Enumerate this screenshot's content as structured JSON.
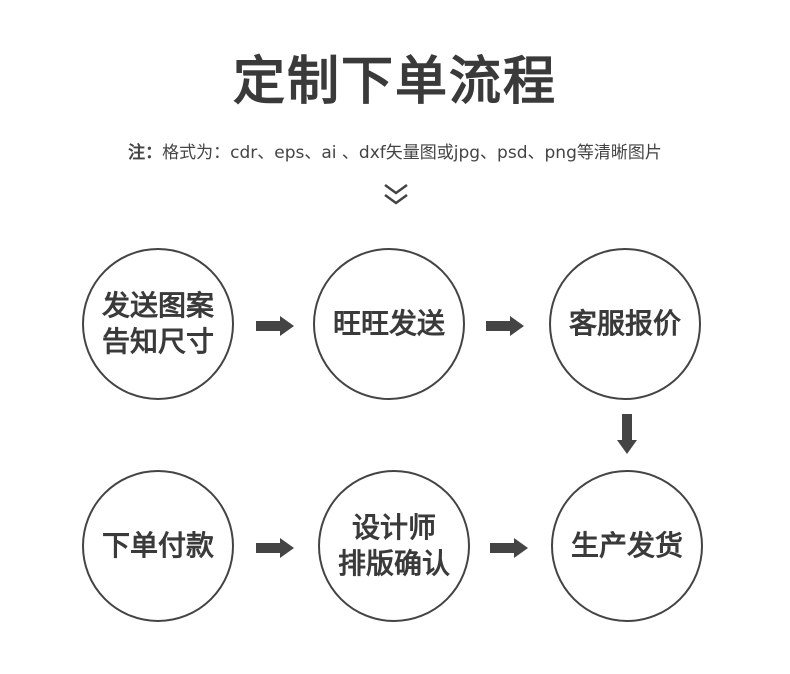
{
  "title": "定制下单流程",
  "note": {
    "label": "注：",
    "text": "格式为：cdr、eps、ai 、dxf矢量图或jpg、psd、png等清晰图片"
  },
  "icons": {
    "down_chevron": "double-chevron-down-icon",
    "arrow_right": "arrow-right-icon",
    "arrow_down": "arrow-down-icon"
  },
  "colors": {
    "stroke": "#444444",
    "text": "#3a3a3a",
    "background": "#ffffff"
  },
  "steps": [
    {
      "lines": [
        "发送图案",
        "告知尺寸"
      ]
    },
    {
      "lines": [
        "旺旺发送"
      ]
    },
    {
      "lines": [
        "客服报价"
      ]
    },
    {
      "lines": [
        "下单付款"
      ]
    },
    {
      "lines": [
        "设计师",
        "排版确认"
      ]
    },
    {
      "lines": [
        "生产发货"
      ]
    }
  ]
}
